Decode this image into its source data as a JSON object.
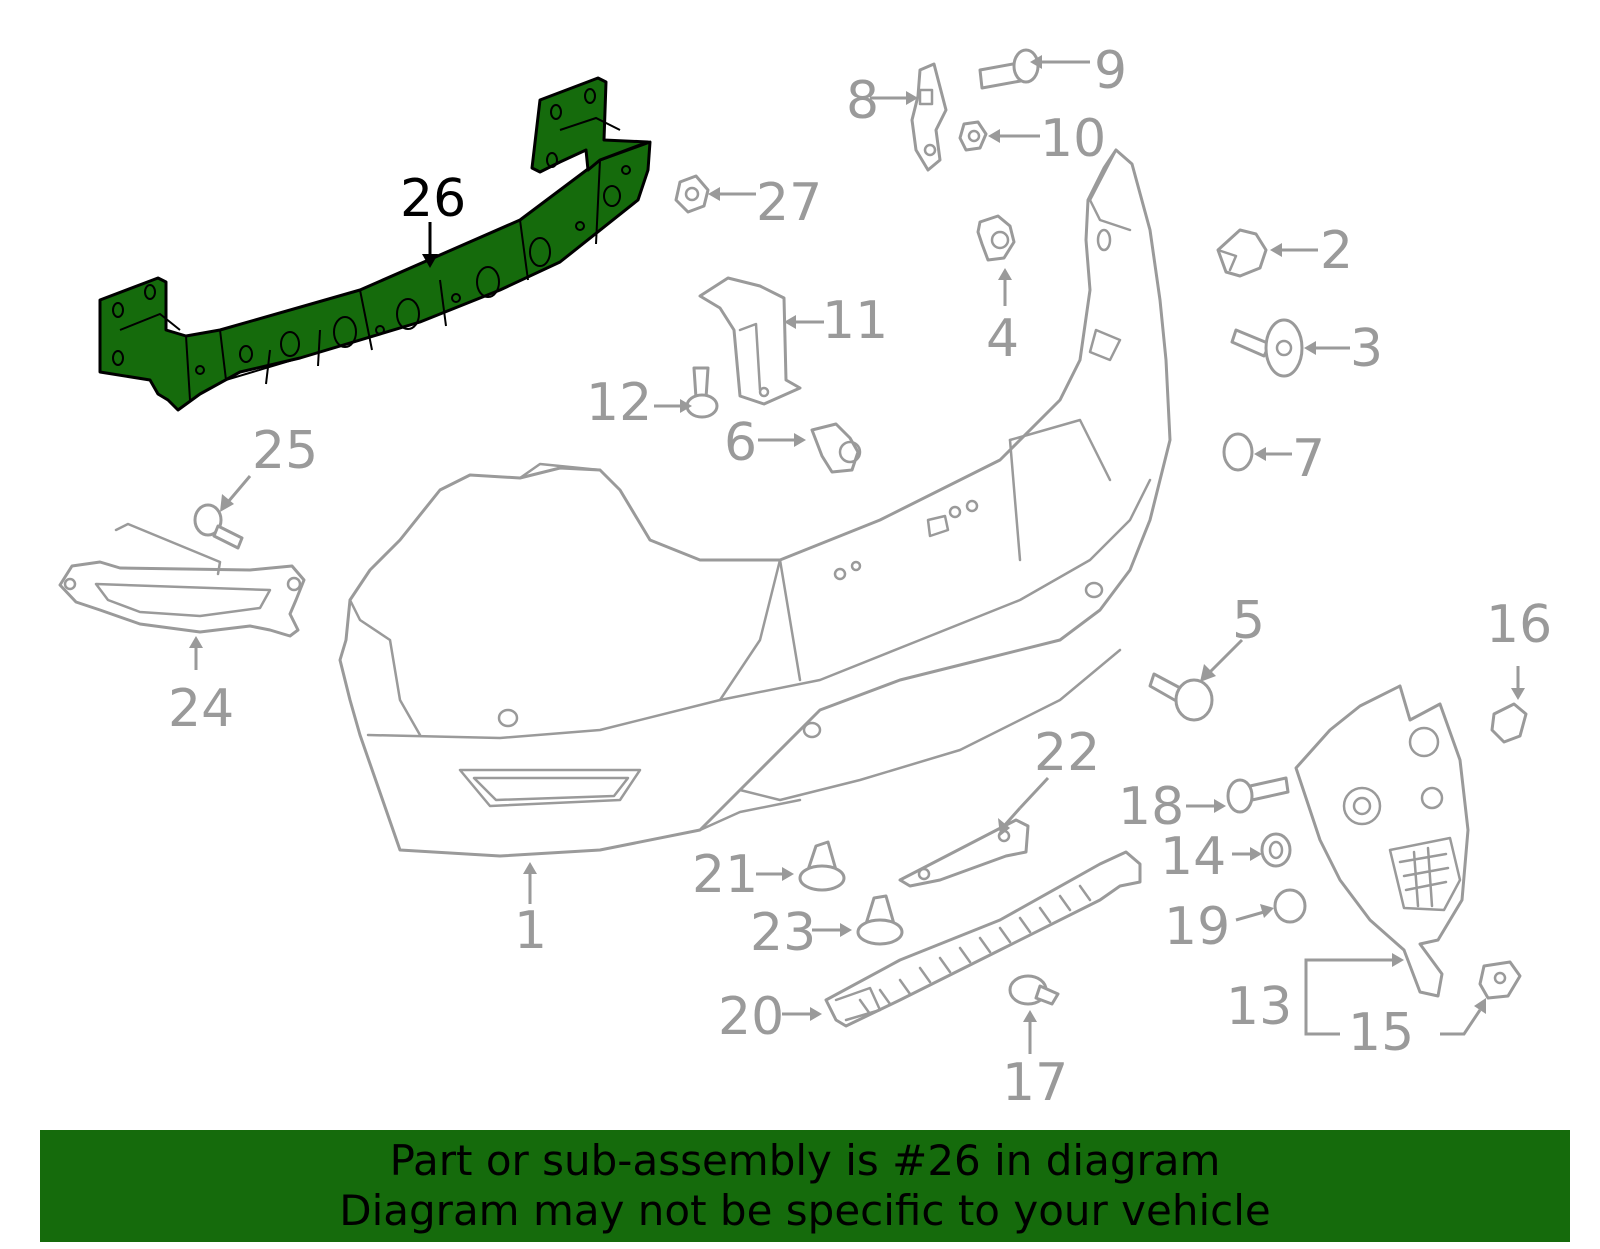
{
  "callouts": {
    "c1": "1",
    "c2": "2",
    "c3": "3",
    "c4": "4",
    "c5": "5",
    "c6": "6",
    "c7": "7",
    "c8": "8",
    "c9": "9",
    "c10": "10",
    "c11": "11",
    "c12": "12",
    "c13": "13",
    "c14": "14",
    "c15": "15",
    "c16": "16",
    "c17": "17",
    "c18": "18",
    "c19": "19",
    "c20": "20",
    "c21": "21",
    "c22": "22",
    "c23": "23",
    "c24": "24",
    "c25": "25",
    "c26": "26",
    "c27": "27"
  },
  "highlighted_part": "26",
  "colors": {
    "highlight": "#156b0c",
    "line_art": "#9a9a9a",
    "banner": "#156b0c"
  },
  "banner": {
    "line1": "Part or sub-assembly is #26 in diagram",
    "line2": "Diagram may not be specific to your vehicle"
  }
}
